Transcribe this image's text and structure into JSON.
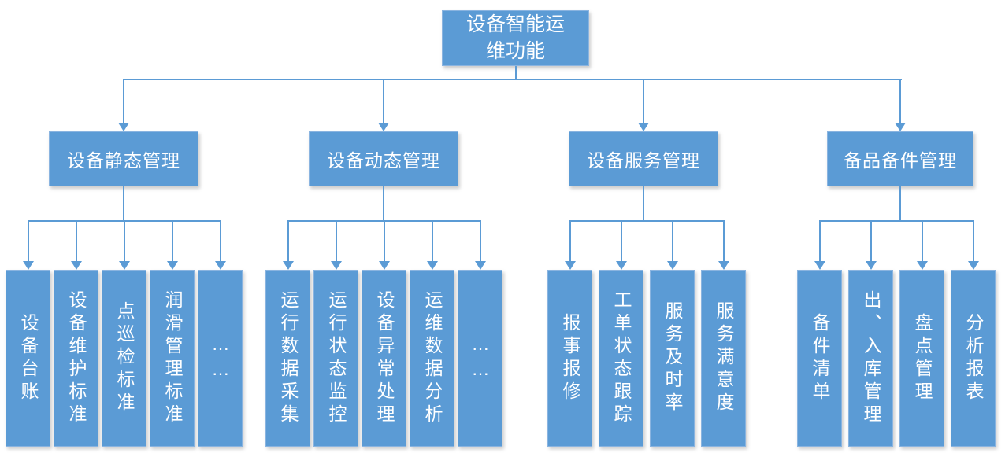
{
  "diagram": {
    "title": "设备智能运维功能",
    "root": {
      "label": "设备智能运维功能"
    },
    "branches": [
      {
        "label": "设备静态管理",
        "leaves": [
          "设备台账",
          "设备维护标准",
          "点巡检标准",
          "润滑管理标准",
          "……"
        ]
      },
      {
        "label": "设备动态管理",
        "leaves": [
          "运行数据采集",
          "运行状态监控",
          "设备异常处理",
          "运维数据分析",
          "……"
        ]
      },
      {
        "label": "设备服务管理",
        "leaves": [
          "报事报修",
          "工单状态跟踪",
          "服务及时率",
          "服务满意度"
        ]
      },
      {
        "label": "备品备件管理",
        "leaves": [
          "备件清单",
          "出、入库管理",
          "盘点管理",
          "分析报表"
        ]
      }
    ]
  },
  "colors": {
    "box_fill": "#5B9BD5",
    "box_border": "#8AB4E0",
    "connector": "#5B9BD5",
    "text": "#FFFFFF",
    "background": "#FFFFFF"
  }
}
